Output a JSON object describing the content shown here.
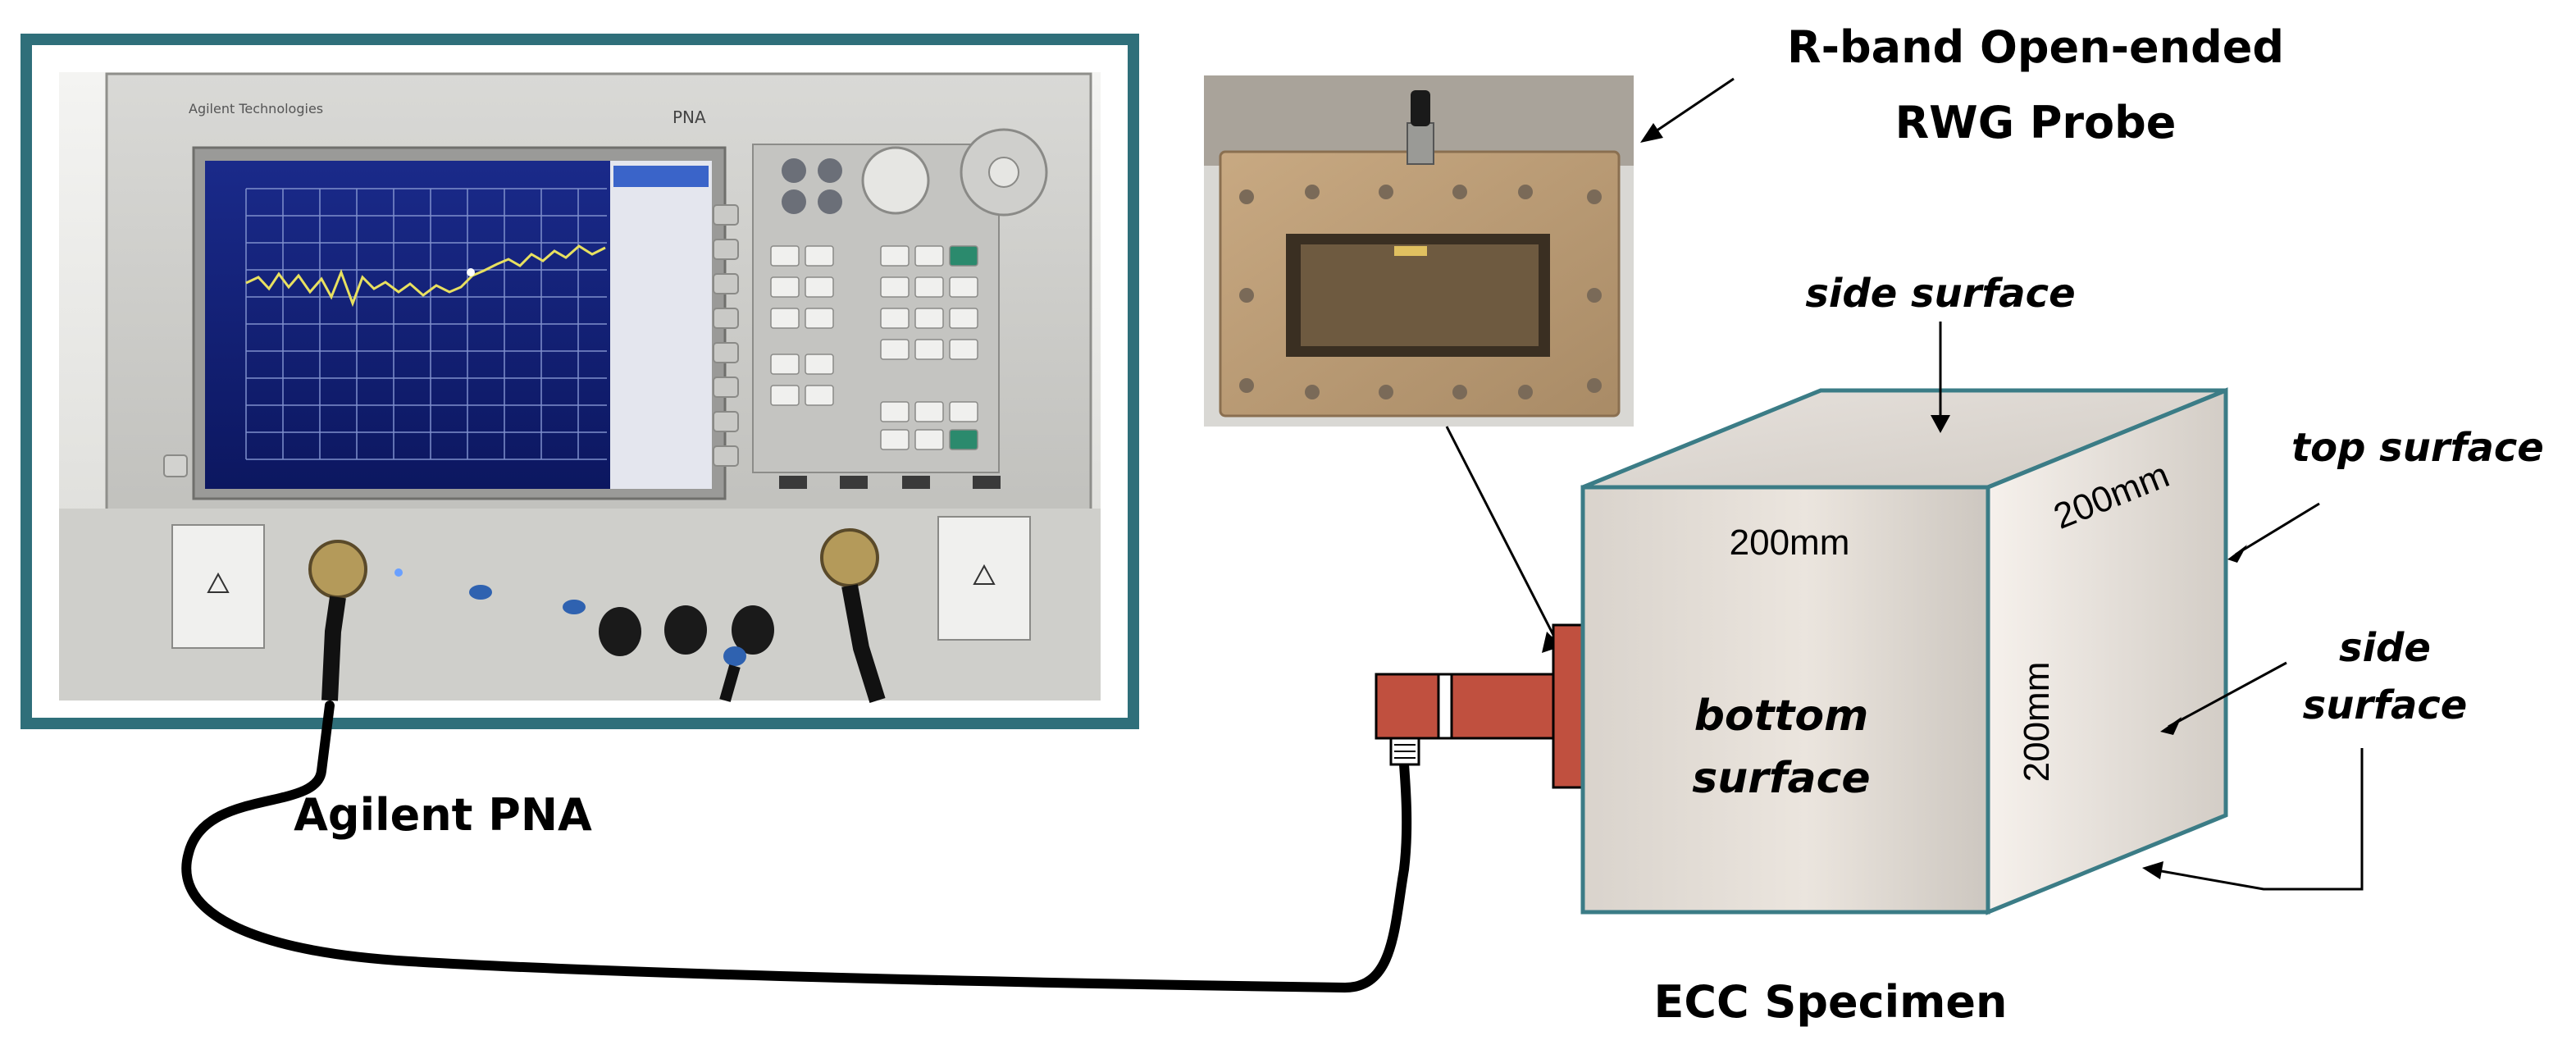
{
  "labels": {
    "pna": "Agilent PNA",
    "probe_line1": "R-band Open-ended",
    "probe_line2": "RWG Probe",
    "specimen": "ECC Specimen",
    "side_surface_top": "side surface",
    "top_surface": "top surface",
    "side_surface_right_line1": "side",
    "side_surface_right_line2": "surface",
    "bottom_line1": "bottom",
    "bottom_line2": "surface",
    "dim_front_top": "200mm",
    "dim_side_top": "200mm",
    "dim_front_vertical": "200mm"
  },
  "photo_texts": {
    "brand": "Agilent Technologies",
    "model": "PNA"
  },
  "colors": {
    "frame_teal": "#2f6f7a",
    "cube_edge": "#3b7c86",
    "probe_red": "#c0503f",
    "cable": "#000000"
  }
}
